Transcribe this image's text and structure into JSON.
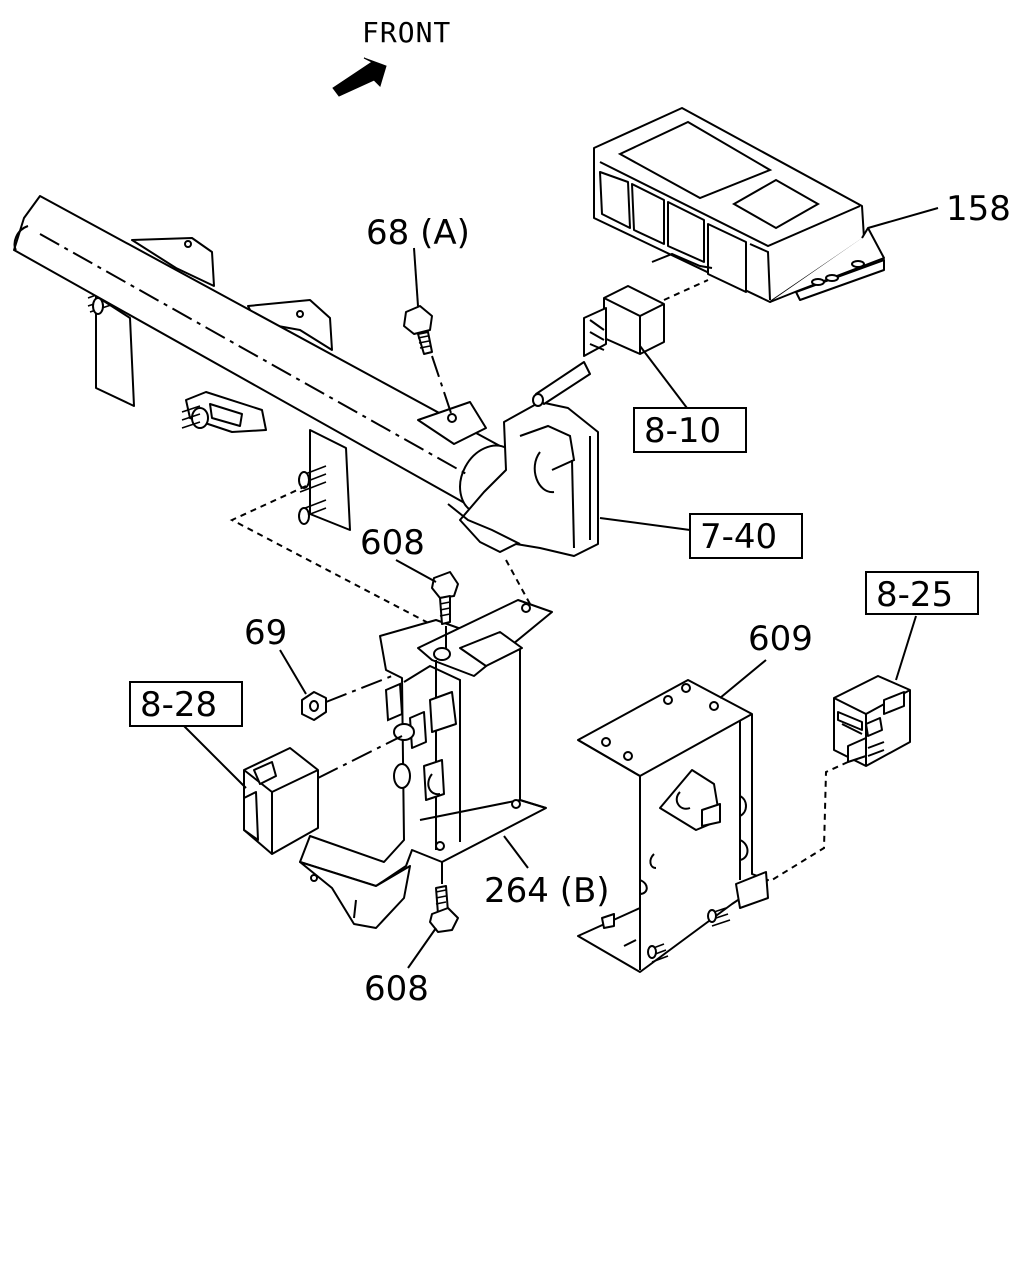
{
  "header": {
    "direction_label": "FRONT"
  },
  "callouts": {
    "c158": "158",
    "c68a": "68 (A)",
    "c8_10": "8-10",
    "c7_40": "7-40",
    "c608_top": "608",
    "c69": "69",
    "c8_28": "8-28",
    "c8_25": "8-25",
    "c609": "609",
    "c264b": "264 (B)",
    "c608_bottom": "608"
  }
}
